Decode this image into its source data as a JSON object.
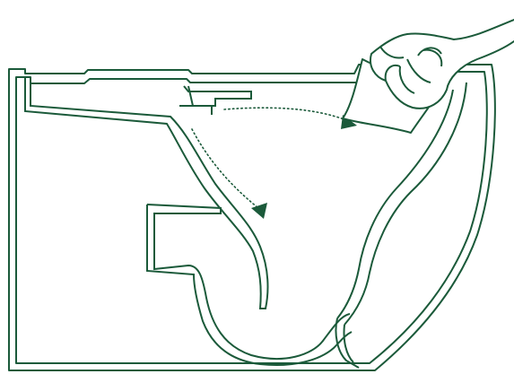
{
  "diagram": {
    "subject": "rimless-toilet-bowl-cross-section",
    "colors": {
      "line": "#1b5a3a",
      "background": "#ffffff"
    },
    "parts": [
      "toilet-body-outline",
      "bowl-inner-wall",
      "trapway",
      "rimless-flush-arrow",
      "waste-flow-arrow",
      "hand-icon",
      "cleaning-cloth"
    ]
  }
}
